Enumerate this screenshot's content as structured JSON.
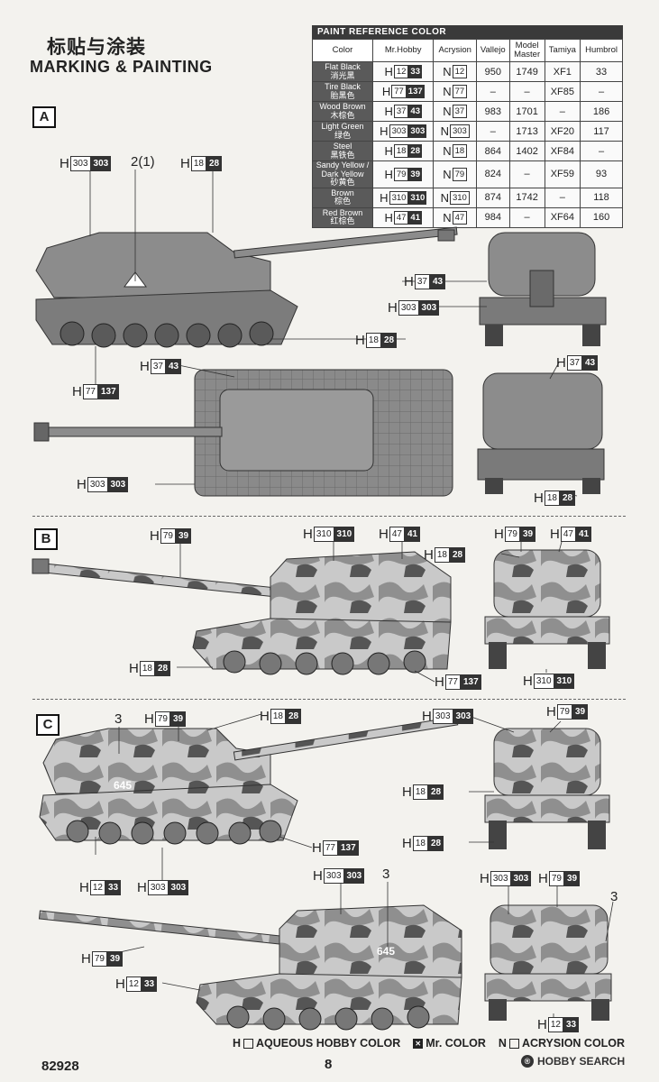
{
  "header": {
    "title_cn": "标贴与涂装",
    "title_en": "MARKING & PAINTING"
  },
  "paint_table": {
    "heading": "PAINT REFERENCE COLOR",
    "columns": [
      "Color",
      "Mr.Hobby",
      "Acrysion",
      "Vallejo",
      "Model Master",
      "Tamiya",
      "Humbrol"
    ],
    "rows": [
      {
        "en": "Flat Black",
        "cn": "消光黑",
        "h": "12",
        "m": "33",
        "n": "12",
        "vallejo": "950",
        "mm": "1749",
        "tamiya": "XF1",
        "humbrol": "33"
      },
      {
        "en": "Tire Black",
        "cn": "胎黑色",
        "h": "77",
        "m": "137",
        "n": "77",
        "vallejo": "–",
        "mm": "–",
        "tamiya": "XF85",
        "humbrol": "–"
      },
      {
        "en": "Wood Brown",
        "cn": "木棕色",
        "h": "37",
        "m": "43",
        "n": "37",
        "vallejo": "983",
        "mm": "1701",
        "tamiya": "–",
        "humbrol": "186"
      },
      {
        "en": "Light Green",
        "cn": "绿色",
        "h": "303",
        "m": "303",
        "n": "303",
        "vallejo": "–",
        "mm": "1713",
        "tamiya": "XF20",
        "humbrol": "117"
      },
      {
        "en": "Steel",
        "cn": "黑铁色",
        "h": "18",
        "m": "28",
        "n": "18",
        "vallejo": "864",
        "mm": "1402",
        "tamiya": "XF84",
        "humbrol": "–"
      },
      {
        "en": "Sandy Yellow / Dark Yellow",
        "cn": "砂黄色",
        "h": "79",
        "m": "39",
        "n": "79",
        "vallejo": "824",
        "mm": "–",
        "tamiya": "XF59",
        "humbrol": "93"
      },
      {
        "en": "Brown",
        "cn": "棕色",
        "h": "310",
        "m": "310",
        "n": "310",
        "vallejo": "874",
        "mm": "1742",
        "tamiya": "–",
        "humbrol": "118"
      },
      {
        "en": "Red Brown",
        "cn": "红棕色",
        "h": "47",
        "m": "41",
        "n": "47",
        "vallejo": "984",
        "mm": "–",
        "tamiya": "XF64",
        "humbrol": "160"
      }
    ]
  },
  "sections": {
    "a": "A",
    "b": "B",
    "c": "C"
  },
  "prefix": {
    "h": "H",
    "n": "N"
  },
  "callouts": {
    "a1": {
      "h": "303",
      "m": "303"
    },
    "a2": {
      "h": "18",
      "m": "28"
    },
    "a3": {
      "h": "37",
      "m": "43"
    },
    "a4": {
      "h": "303",
      "m": "303"
    },
    "a5": {
      "h": "18",
      "m": "28"
    },
    "a6": {
      "h": "37",
      "m": "43"
    },
    "a7": {
      "h": "77",
      "m": "137"
    },
    "a8": {
      "h": "303",
      "m": "303"
    },
    "a9": {
      "h": "37",
      "m": "43"
    },
    "a10": {
      "h": "18",
      "m": "28"
    },
    "b1": {
      "h": "79",
      "m": "39"
    },
    "b2": {
      "h": "310",
      "m": "310"
    },
    "b3": {
      "h": "47",
      "m": "41"
    },
    "b4": {
      "h": "18",
      "m": "28"
    },
    "b5": {
      "h": "79",
      "m": "39"
    },
    "b6": {
      "h": "47",
      "m": "41"
    },
    "b7": {
      "h": "18",
      "m": "28"
    },
    "b8": {
      "h": "77",
      "m": "137"
    },
    "b9": {
      "h": "310",
      "m": "310"
    },
    "c1": {
      "h": "79",
      "m": "39"
    },
    "c2": {
      "h": "18",
      "m": "28"
    },
    "c3": {
      "h": "303",
      "m": "303"
    },
    "c4": {
      "h": "79",
      "m": "39"
    },
    "c5": {
      "h": "18",
      "m": "28"
    },
    "c6": {
      "h": "77",
      "m": "137"
    },
    "c7": {
      "h": "18",
      "m": "28"
    },
    "c8": {
      "h": "12",
      "m": "33"
    },
    "c9": {
      "h": "303",
      "m": "303"
    },
    "c10": {
      "h": "303",
      "m": "303"
    },
    "c11": {
      "h": "303",
      "m": "303"
    },
    "c12": {
      "h": "79",
      "m": "39"
    },
    "c13": {
      "h": "79",
      "m": "39"
    },
    "c14": {
      "h": "12",
      "m": "33"
    },
    "c15": {
      "h": "12",
      "m": "33"
    }
  },
  "decals": {
    "a_21": "2(1)",
    "c_3a": "3",
    "c_3b": "3",
    "c_3c": "3",
    "c_645a": "645",
    "c_645b": "645"
  },
  "legend": {
    "aqueous": "AQUEOUS HOBBY COLOR",
    "mr": "Mr. COLOR",
    "acrysion": "ACRYSION COLOR"
  },
  "footer": {
    "part_no": "82928",
    "page": "8",
    "brand": "HOBBY SEARCH"
  },
  "colors": {
    "dark": "#333333",
    "camo_light": "#c9c9c9",
    "camo_mid": "#8f8f8f",
    "camo_dark": "#555555"
  }
}
